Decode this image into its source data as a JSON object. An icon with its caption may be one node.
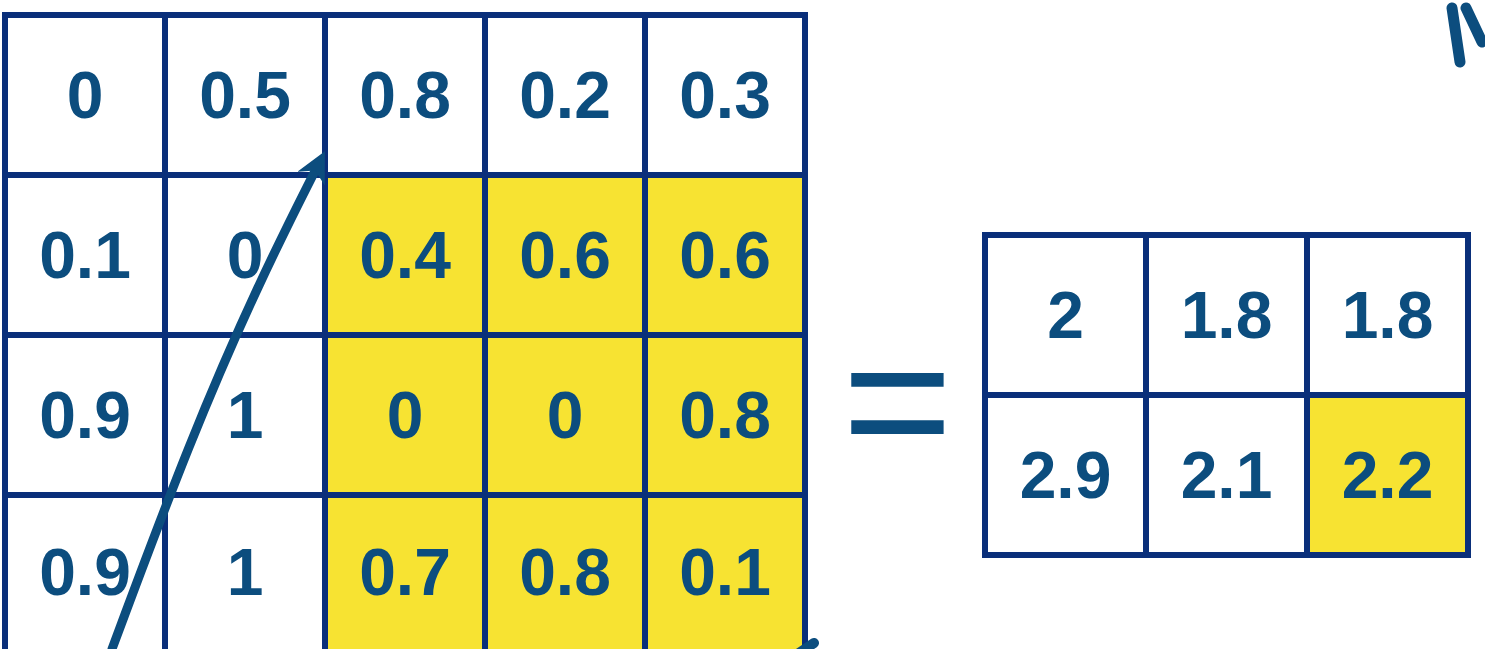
{
  "diagram": {
    "labels": [
      "0",
      "0.5",
      "0.8",
      "0.2",
      "0.3",
      "0.1",
      "0",
      "0.4",
      "0.6",
      "0.6",
      "0.9",
      "1",
      "0",
      "0",
      "0.8",
      "0.9",
      "1",
      "0.7",
      "0.8",
      "0.1",
      "=",
      "2",
      "1.8",
      "1.8",
      "2.9",
      "2.1",
      "2.2"
    ]
  }
}
